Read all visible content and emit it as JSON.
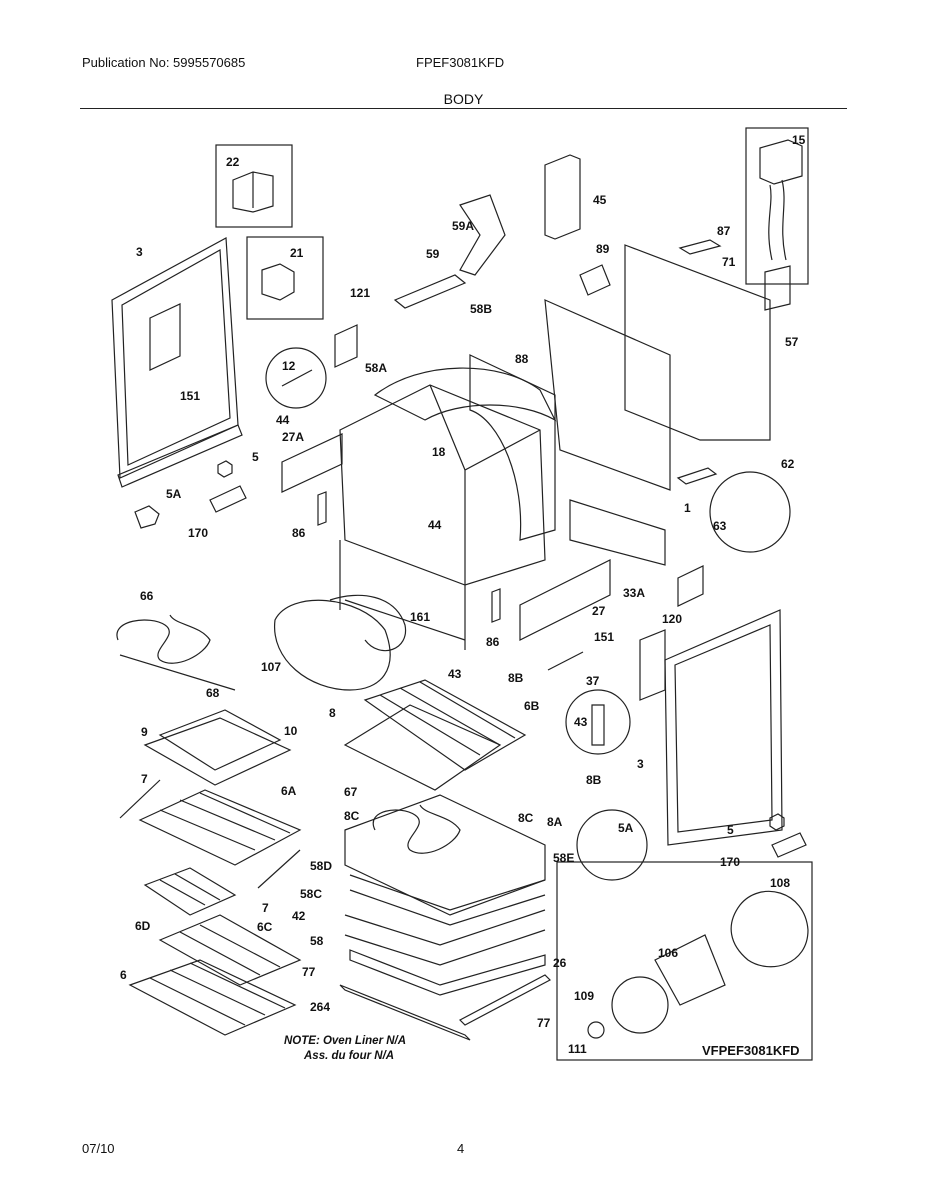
{
  "header": {
    "publication": "Publication No: 5995570685",
    "model": "FPEF3081KFD",
    "section": "BODY"
  },
  "footer": {
    "date": "07/10",
    "page": "4"
  },
  "diagram": {
    "note_line1": "NOTE: Oven Liner N/A",
    "note_line2": "Ass. du four N/A",
    "drawing_code": "VFPEF3081KFD",
    "callouts": [
      {
        "id": "c22",
        "text": "22"
      },
      {
        "id": "c21",
        "text": "21"
      },
      {
        "id": "c3a",
        "text": "3"
      },
      {
        "id": "c151a",
        "text": "151"
      },
      {
        "id": "c5a",
        "text": "5"
      },
      {
        "id": "c5Aa",
        "text": "5A"
      },
      {
        "id": "c170a",
        "text": "170"
      },
      {
        "id": "c121",
        "text": "121"
      },
      {
        "id": "c12",
        "text": "12"
      },
      {
        "id": "c44a",
        "text": "44"
      },
      {
        "id": "c27A",
        "text": "27A"
      },
      {
        "id": "c58A",
        "text": "58A"
      },
      {
        "id": "c18",
        "text": "18"
      },
      {
        "id": "c86a",
        "text": "86"
      },
      {
        "id": "c44b",
        "text": "44"
      },
      {
        "id": "c59",
        "text": "59"
      },
      {
        "id": "c59A",
        "text": "59A"
      },
      {
        "id": "c58B",
        "text": "58B"
      },
      {
        "id": "c88",
        "text": "88"
      },
      {
        "id": "c45",
        "text": "45"
      },
      {
        "id": "c89",
        "text": "89"
      },
      {
        "id": "c87",
        "text": "87"
      },
      {
        "id": "c71",
        "text": "71"
      },
      {
        "id": "c15",
        "text": "15"
      },
      {
        "id": "c57",
        "text": "57"
      },
      {
        "id": "c62",
        "text": "62"
      },
      {
        "id": "c1",
        "text": "1"
      },
      {
        "id": "c63",
        "text": "63"
      },
      {
        "id": "c33A",
        "text": "33A"
      },
      {
        "id": "c120",
        "text": "120"
      },
      {
        "id": "c27",
        "text": "27"
      },
      {
        "id": "c86b",
        "text": "86"
      },
      {
        "id": "c66",
        "text": "66"
      },
      {
        "id": "c161",
        "text": "161"
      },
      {
        "id": "c107",
        "text": "107"
      },
      {
        "id": "c43a",
        "text": "43"
      },
      {
        "id": "c68",
        "text": "68"
      },
      {
        "id": "c8Ba",
        "text": "8B"
      },
      {
        "id": "c37",
        "text": "37"
      },
      {
        "id": "c151b",
        "text": "151"
      },
      {
        "id": "c9",
        "text": "9"
      },
      {
        "id": "c10",
        "text": "10"
      },
      {
        "id": "c8",
        "text": "8"
      },
      {
        "id": "c6B",
        "text": "6B"
      },
      {
        "id": "c43b",
        "text": "43"
      },
      {
        "id": "c8Bb",
        "text": "8B"
      },
      {
        "id": "c3b",
        "text": "3"
      },
      {
        "id": "c7a",
        "text": "7"
      },
      {
        "id": "c6A",
        "text": "6A"
      },
      {
        "id": "c67",
        "text": "67"
      },
      {
        "id": "c8Ca",
        "text": "8C"
      },
      {
        "id": "c8Cb",
        "text": "8C"
      },
      {
        "id": "c8A",
        "text": "8A"
      },
      {
        "id": "c5Ab",
        "text": "5A"
      },
      {
        "id": "c58E",
        "text": "58E"
      },
      {
        "id": "c5b",
        "text": "5"
      },
      {
        "id": "c170b",
        "text": "170"
      },
      {
        "id": "c58D",
        "text": "58D"
      },
      {
        "id": "c58C",
        "text": "58C"
      },
      {
        "id": "c42",
        "text": "42"
      },
      {
        "id": "c7b",
        "text": "7"
      },
      {
        "id": "c6D",
        "text": "6D"
      },
      {
        "id": "c6C",
        "text": "6C"
      },
      {
        "id": "c58",
        "text": "58"
      },
      {
        "id": "c77a",
        "text": "77"
      },
      {
        "id": "c26",
        "text": "26"
      },
      {
        "id": "c6",
        "text": "6"
      },
      {
        "id": "c264",
        "text": "264"
      },
      {
        "id": "c77b",
        "text": "77"
      },
      {
        "id": "c108",
        "text": "108"
      },
      {
        "id": "c106",
        "text": "106"
      },
      {
        "id": "c109",
        "text": "109"
      },
      {
        "id": "c111",
        "text": "111"
      }
    ]
  }
}
